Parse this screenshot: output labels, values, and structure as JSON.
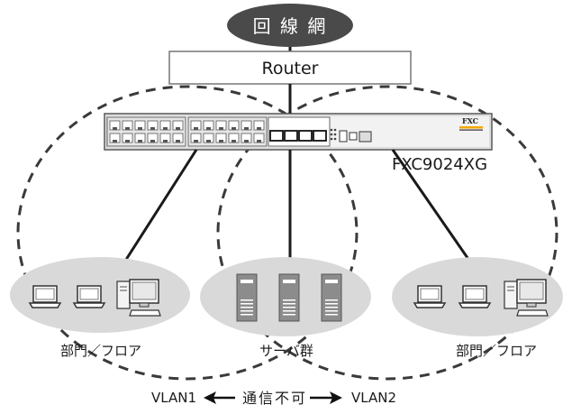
{
  "network": {
    "label": "回 線 網"
  },
  "router": {
    "label": "Router"
  },
  "switch": {
    "model": "FXC9024XG",
    "logo": "FXC"
  },
  "groups": {
    "left": "部門／フロア",
    "center": "サーバ群",
    "right": "部門／フロア"
  },
  "vlan": {
    "vlan1": "VLAN1",
    "middle": "通信不可",
    "vlan2": "VLAN2"
  },
  "colors": {
    "cloud": "#4a4a4a",
    "group_fill": "#d9d9d9",
    "server": "#8c8c8c",
    "switch_body": "#f2f2f2",
    "logo_bar": "#f5a800"
  }
}
